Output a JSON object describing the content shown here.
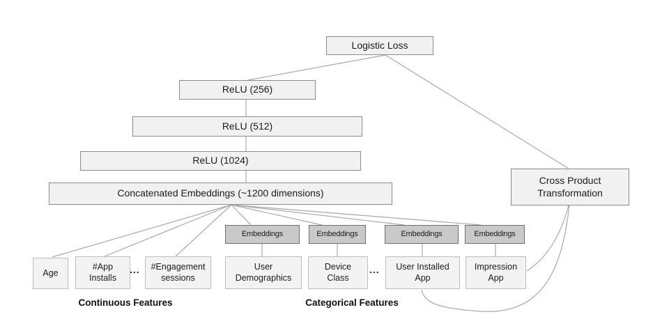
{
  "diagram": {
    "nodes": {
      "logistic_loss": {
        "label": "Logistic Loss"
      },
      "relu_256": {
        "label": "ReLU (256)"
      },
      "relu_512": {
        "label": "ReLU (512)"
      },
      "relu_1024": {
        "label": "ReLU (1024)"
      },
      "concatenated_embeddings": {
        "label": "Concatenated Embeddings (~1200 dimensions)"
      },
      "cross_product_transformation": {
        "label": "Cross Product Transformation"
      },
      "age": {
        "label": "Age"
      },
      "app_installs": {
        "label": "#App Installs"
      },
      "engagement_sessions": {
        "label": "#Engagement sessions"
      },
      "user_demographics": {
        "label": "User Demographics"
      },
      "device_class": {
        "label": "Device Class"
      },
      "user_installed_app": {
        "label": "User Installed App"
      },
      "impression_app": {
        "label": "Impression App"
      }
    },
    "embeddings": [
      "Embeddings",
      "Embeddings",
      "Embeddings",
      "Embeddings"
    ],
    "ellipses": [
      "...",
      "..."
    ],
    "group_labels": {
      "continuous": "Continuous Features",
      "categorical": "Categorical Features"
    },
    "colors": {
      "background": "#ffffff",
      "main_box_fill": "#f1f1f1",
      "main_box_border": "#8c8c8c",
      "feature_box_fill": "#f3f3f3",
      "feature_box_border": "#bdbdbd",
      "embedding_box_fill": "#c9c9c9",
      "embedding_box_border": "#6e6e6e",
      "connector_line": "#a8a8a8",
      "text": "#1a1a1a"
    }
  }
}
